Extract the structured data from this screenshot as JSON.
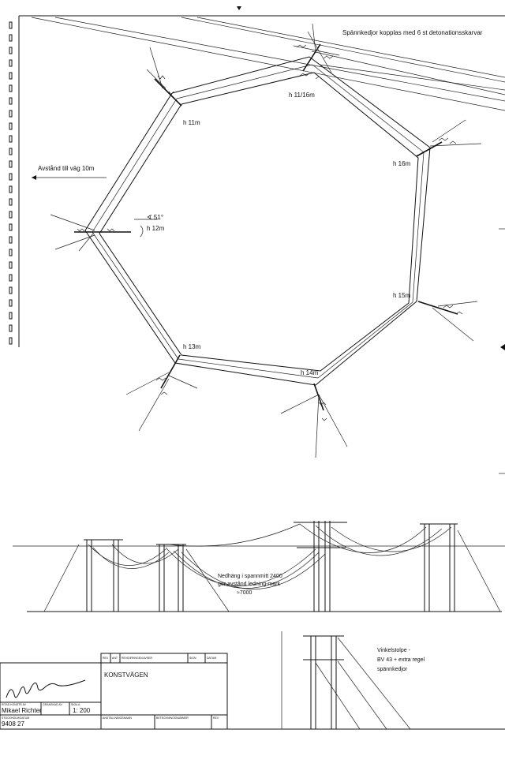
{
  "plan": {
    "note_spannkedjor": "Spännkedjor kopplas med 6 st detonationsskarvar",
    "road_distance": "Avstånd till väg 10m",
    "angle": "∢ 51°",
    "heights": {
      "p11": "h 11m",
      "p11_16": "h 11/16m",
      "p16": "h 16m",
      "p12": "h 12m",
      "p15": "h 15m",
      "p13": "h 13m",
      "p14": "h 14m"
    }
  },
  "elevation": {
    "sag_note_1": "Nedhäng i spannmitt  2400",
    "sag_note_2": "ger avstånd ledning-mark",
    "sag_note_3": "≈7000"
  },
  "detail": {
    "note_1": "Vinkelstolpe -",
    "note_2": "BV 43 + extra regel",
    "note_3": "spännkedjor"
  },
  "title_block": {
    "rev_headers": [
      "REV",
      "ANT",
      "REVIDERINGEN AVSER",
      "SIGN",
      "DATUM"
    ],
    "title": "KONSTVÄGEN",
    "designer_header": "RITAD KONSTR AV",
    "checked_header": "GRANSKAD AV",
    "scale_header": "SKALA",
    "designer_name": "Mikael Richter",
    "scale": "1: 200",
    "place_header": "STOCKHOLM/DATUM",
    "date": "9408 27",
    "bottom_header_1": "ANSTÄLLNINGSNAMN",
    "bottom_header_2": "BETECKNINGSNUMMER",
    "bottom_header_3": "REV"
  }
}
